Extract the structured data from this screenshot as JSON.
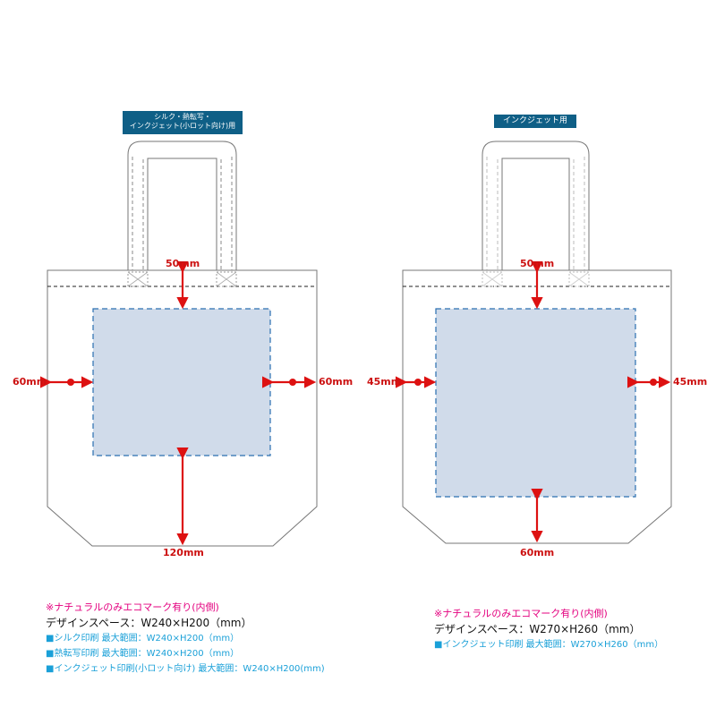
{
  "left_bag": {
    "method_label_line1": "シルク・熱転写・",
    "method_label_line2": "インクジェット(小ロット向け)用",
    "dim_top": "50mm",
    "dim_left": "60mm",
    "dim_right": "60mm",
    "dim_bottom": "120mm",
    "notes": {
      "eco": "※ナチュラルのみエコマーク有り(内側)",
      "design_space": "デザインスペース：W240×H200（mm）",
      "max_ranges": [
        "■シルク印刷 最大範囲：W240×H200（mm）",
        "■熱転写印刷 最大範囲：W240×H200（mm）",
        "■インクジェット印刷(小ロット向け) 最大範囲：W240×H200(mm)"
      ]
    }
  },
  "right_bag": {
    "method_label": "インクジェット用",
    "dim_top": "50mm",
    "dim_left": "45mm",
    "dim_right": "45mm",
    "dim_bottom": "60mm",
    "notes": {
      "eco": "※ナチュラルのみエコマーク有り(内側)",
      "design_space": "デザインスペース：W270×H260（mm）",
      "max_ranges": [
        "■インクジェット印刷 最大範囲：W270×H260（mm）"
      ]
    }
  },
  "colors": {
    "print_area": "#d0dbea",
    "print_border": "#2a6fb0",
    "arrow": "#dd1111",
    "outline": "#777777",
    "label_bg": "#0f5f86",
    "eco_text": "#e4007f",
    "max_text": "#1aa0d8"
  }
}
